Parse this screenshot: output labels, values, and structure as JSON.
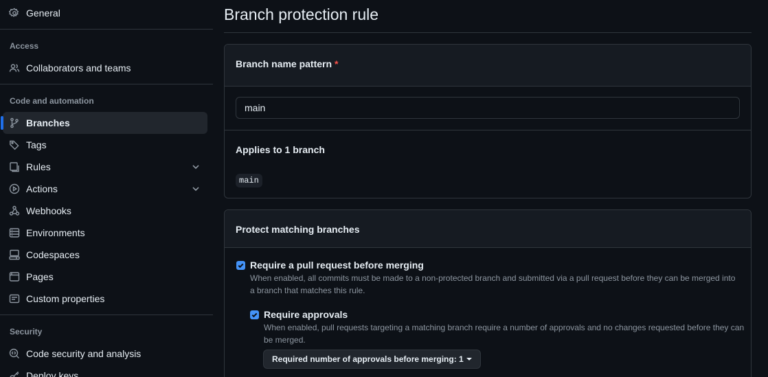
{
  "sidebar": {
    "general": {
      "label": "General",
      "icon": "gear-icon"
    },
    "access_heading": "Access",
    "collaborators": {
      "label": "Collaborators and teams",
      "icon": "people-icon"
    },
    "code_heading": "Code and automation",
    "branches": {
      "label": "Branches",
      "icon": "git-branch-icon"
    },
    "tags": {
      "label": "Tags",
      "icon": "tag-icon"
    },
    "rules": {
      "label": "Rules",
      "icon": "rules-icon"
    },
    "actions": {
      "label": "Actions",
      "icon": "play-icon"
    },
    "webhooks": {
      "label": "Webhooks",
      "icon": "webhook-icon"
    },
    "environments": {
      "label": "Environments",
      "icon": "server-icon"
    },
    "codespaces": {
      "label": "Codespaces",
      "icon": "codespaces-icon"
    },
    "pages": {
      "label": "Pages",
      "icon": "browser-icon"
    },
    "custom_props": {
      "label": "Custom properties",
      "icon": "note-icon"
    },
    "security_heading": "Security",
    "code_security": {
      "label": "Code security and analysis",
      "icon": "codescan-icon"
    },
    "deploy_keys": {
      "label": "Deploy keys",
      "icon": "key-icon"
    }
  },
  "main": {
    "title": "Branch protection rule",
    "pattern": {
      "header": "Branch name pattern",
      "required_mark": "*",
      "value": "main",
      "applies_title": "Applies to 1 branch",
      "branch_chip": "main"
    },
    "protect": {
      "header": "Protect matching branches",
      "require_pr": {
        "label": "Require a pull request before merging",
        "desc": "When enabled, all commits must be made to a non-protected branch and submitted via a pull request before they can be merged into a branch that matches this rule.",
        "checked": true
      },
      "require_approvals": {
        "label": "Require approvals",
        "desc": "When enabled, pull requests targeting a matching branch require a number of approvals and no changes requested before they can be merged.",
        "checked": true
      },
      "approvals_dropdown": "Required number of approvals before merging: 1"
    }
  },
  "colors": {
    "background": "#0d1117",
    "accent": "#1f6feb",
    "checkbox": "#4493f8",
    "required": "#f85149"
  }
}
